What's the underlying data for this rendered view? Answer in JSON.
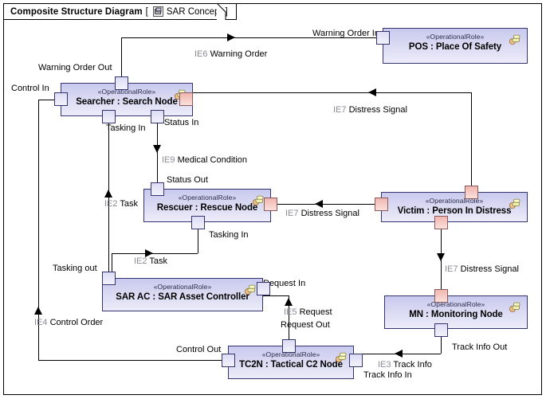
{
  "diagram": {
    "kind_label": "Composite Structure Diagram",
    "bracket_open": "[",
    "bracket_close": "]",
    "name": "SAR Concept",
    "icon": "composite-structure-diagram-icon",
    "colors": {
      "node_fill_top": "#c9c9ef",
      "node_fill_bottom": "#ecebfa",
      "node_border": "#33336e",
      "port_fill": "#dcdcf5",
      "port_pink_fill": "#f0b6b0",
      "flow_id_text": "#8a8a96",
      "text": "#000000"
    }
  },
  "nodes": [
    {
      "id": "searcher",
      "stereotype": "«OperationalRole»",
      "name": "Searcher : Search Node",
      "icon": "operational-role-icon"
    },
    {
      "id": "pos",
      "stereotype": "«OperationalRole»",
      "name": "POS : Place Of Safety",
      "icon": "operational-role-icon"
    },
    {
      "id": "rescuer",
      "stereotype": "«OperationalRole»",
      "name": "Rescuer : Rescue Node",
      "icon": "operational-role-icon"
    },
    {
      "id": "victim",
      "stereotype": "«OperationalRole»",
      "name": "Victim : Person In Distress",
      "icon": "operational-role-icon"
    },
    {
      "id": "sarac",
      "stereotype": "«OperationalRole»",
      "name": "SAR AC : SAR Asset Controller",
      "icon": "operational-role-icon"
    },
    {
      "id": "mn",
      "stereotype": "«OperationalRole»",
      "name": "MN : Monitoring Node",
      "icon": "operational-role-icon"
    },
    {
      "id": "tc2n",
      "stereotype": "«OperationalRole»",
      "name": "TC2N : Tactical C2 Node",
      "icon": "operational-role-icon"
    }
  ],
  "ports": [
    {
      "id": "searcher-warning-order-out",
      "label": "Warning Order Out",
      "kind": "normal"
    },
    {
      "id": "searcher-control-in",
      "label": "Control In",
      "kind": "normal"
    },
    {
      "id": "searcher-tasking-in",
      "label": "Tasking In",
      "kind": "normal"
    },
    {
      "id": "searcher-status-in",
      "label": "Status In",
      "kind": "normal"
    },
    {
      "id": "searcher-right",
      "label": "",
      "kind": "pink"
    },
    {
      "id": "pos-warning-order-in",
      "label": "Warning Order In",
      "kind": "normal"
    },
    {
      "id": "rescuer-status-out",
      "label": "Status Out",
      "kind": "normal"
    },
    {
      "id": "rescuer-tasking-in",
      "label": "Tasking In",
      "kind": "normal"
    },
    {
      "id": "rescuer-right",
      "label": "",
      "kind": "pink"
    },
    {
      "id": "victim-top",
      "label": "",
      "kind": "pink"
    },
    {
      "id": "victim-left",
      "label": "",
      "kind": "pink"
    },
    {
      "id": "victim-bottom",
      "label": "",
      "kind": "pink"
    },
    {
      "id": "sarac-tasking-out",
      "label": "Tasking out",
      "kind": "normal"
    },
    {
      "id": "sarac-request-in",
      "label": "Request In",
      "kind": "normal"
    },
    {
      "id": "mn-top",
      "label": "",
      "kind": "pink"
    },
    {
      "id": "mn-track-info-out",
      "label": "Track Info Out",
      "kind": "normal"
    },
    {
      "id": "tc2n-request-out",
      "label": "Request Out",
      "kind": "normal"
    },
    {
      "id": "tc2n-control-out",
      "label": "Control Out",
      "kind": "normal"
    },
    {
      "id": "tc2n-track-info-in",
      "label": "Track Info In",
      "kind": "normal"
    }
  ],
  "flows": [
    {
      "id": "ie6",
      "code": "IE6",
      "name": "Warning Order",
      "from": "searcher-warning-order-out",
      "to": "pos-warning-order-in"
    },
    {
      "id": "ie7a",
      "code": "IE7",
      "name": "Distress Signal",
      "from": "victim-top",
      "to": "searcher-right"
    },
    {
      "id": "ie9",
      "code": "IE9",
      "name": "Medical Condition",
      "from": "searcher-status-in",
      "to": "rescuer-status-out"
    },
    {
      "id": "ie7b",
      "code": "IE7",
      "name": "Distress Signal",
      "from": "victim-left",
      "to": "rescuer-right"
    },
    {
      "id": "ie7c",
      "code": "IE7",
      "name": "Distress Signal",
      "from": "victim-bottom",
      "to": "mn-top"
    },
    {
      "id": "ie2a",
      "code": "IE2",
      "name": "Task",
      "from": "sarac-tasking-out",
      "to": "searcher-tasking-in"
    },
    {
      "id": "ie2b",
      "code": "IE2",
      "name": "Task",
      "from": "sarac-tasking-out",
      "to": "rescuer-tasking-in"
    },
    {
      "id": "ie5",
      "code": "IE5",
      "name": "Request",
      "from": "tc2n-request-out",
      "to": "sarac-request-in"
    },
    {
      "id": "ie4",
      "code": "IE4",
      "name": "Control Order",
      "from": "tc2n-control-out",
      "to": "searcher-control-in"
    },
    {
      "id": "ie3",
      "code": "IE3",
      "name": "Track Info",
      "from": "mn-track-info-out",
      "to": "tc2n-track-info-in"
    }
  ]
}
